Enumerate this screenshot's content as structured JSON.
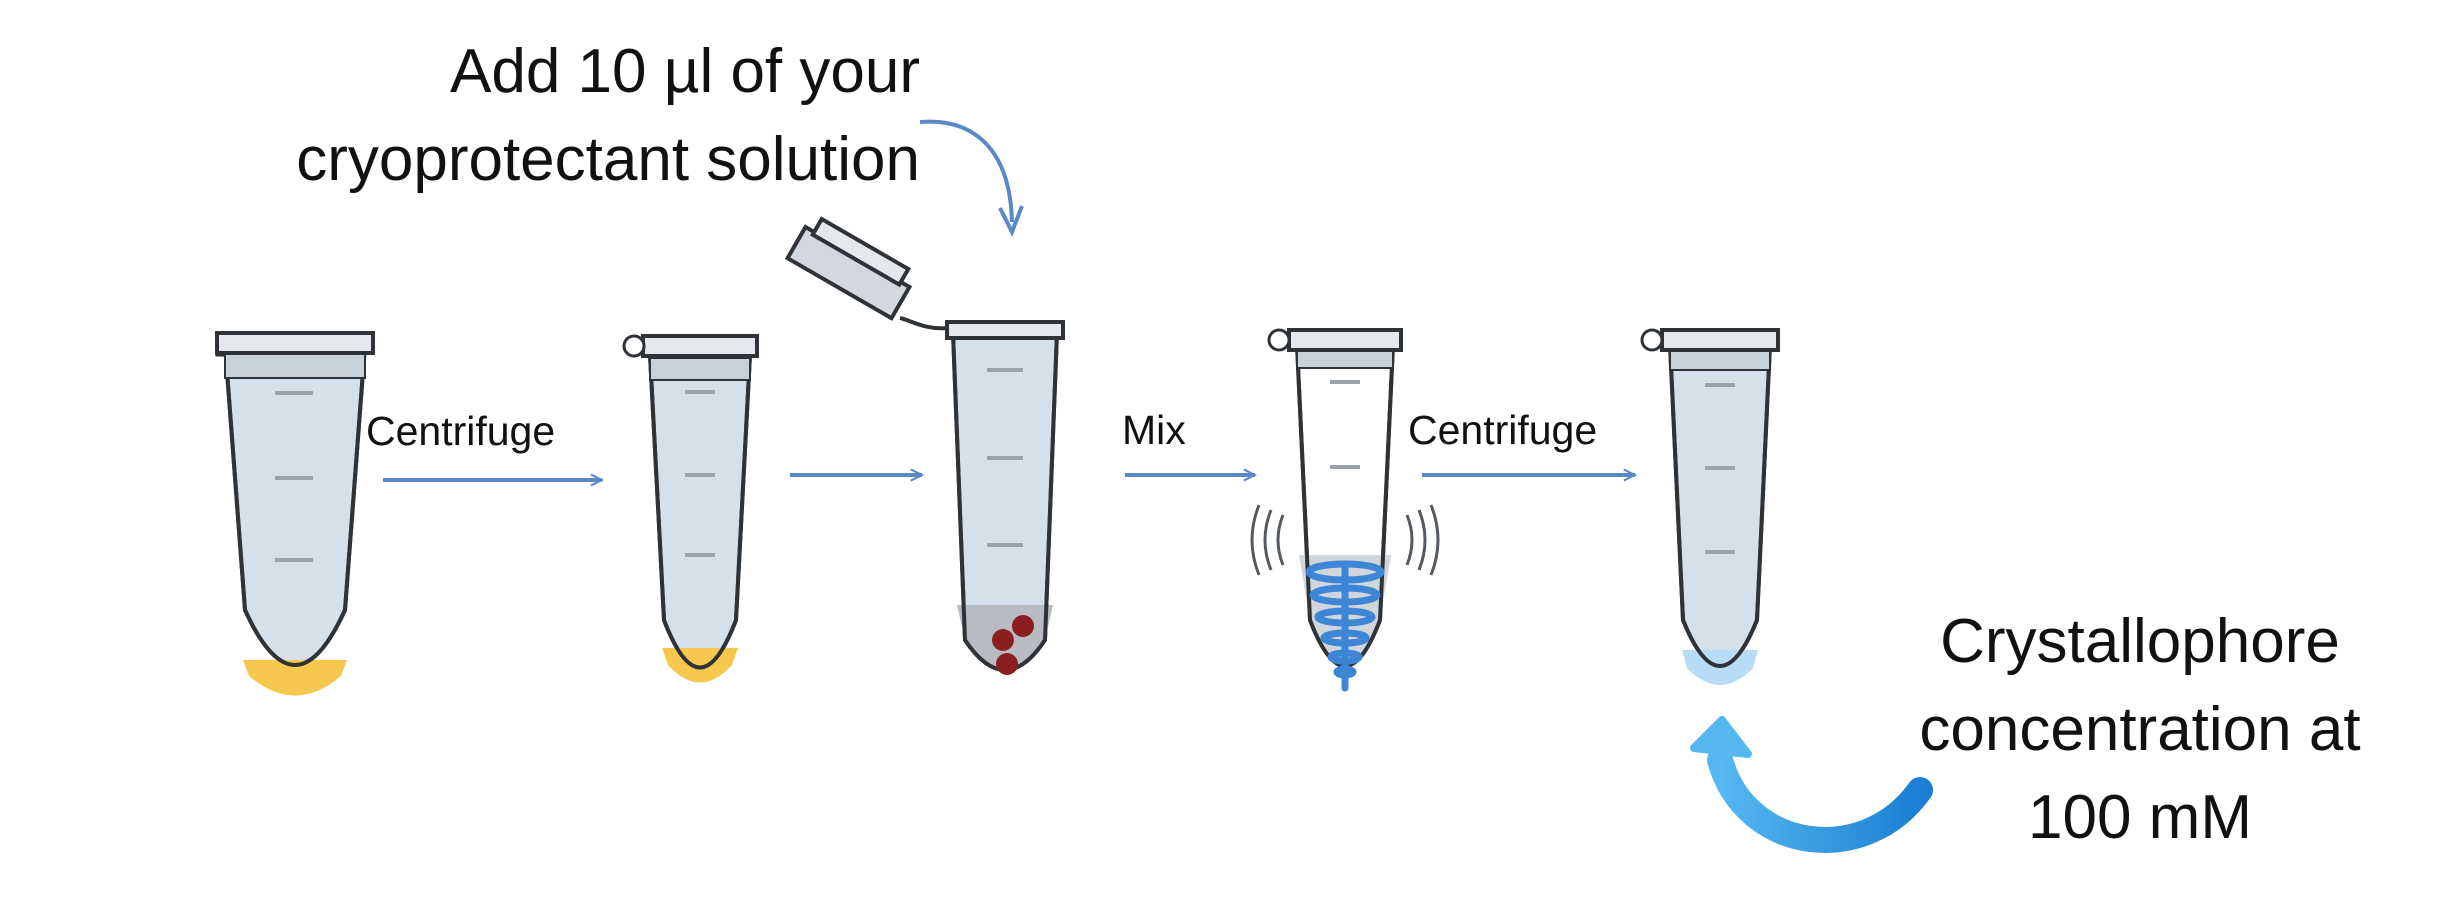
{
  "top_note": {
    "line1": "Add 10 µl of your",
    "line2": "cryoprotectant solution"
  },
  "steps": {
    "step1": "Centrifuge",
    "step3": "Mix",
    "step4": "Centrifuge"
  },
  "result_note": {
    "line1": "Crystallophore",
    "line2": "concentration at",
    "line3": "100 mM"
  },
  "colors": {
    "tube_fill": "#d6e0ea",
    "tube_outline": "#2f3338",
    "cap_fill": "#e4e8ec",
    "yellow_liquid": "#f6c94e",
    "gray_liquid": "#b8bcc2",
    "crystal_dark_red": "#8b1e1e",
    "light_blue_liquid": "#b9dcf6",
    "mix_swirl_blue": "#3d86d6",
    "arrow_blue": "#5b88c6",
    "curved_arrow_blue": "#2e8fe0"
  }
}
